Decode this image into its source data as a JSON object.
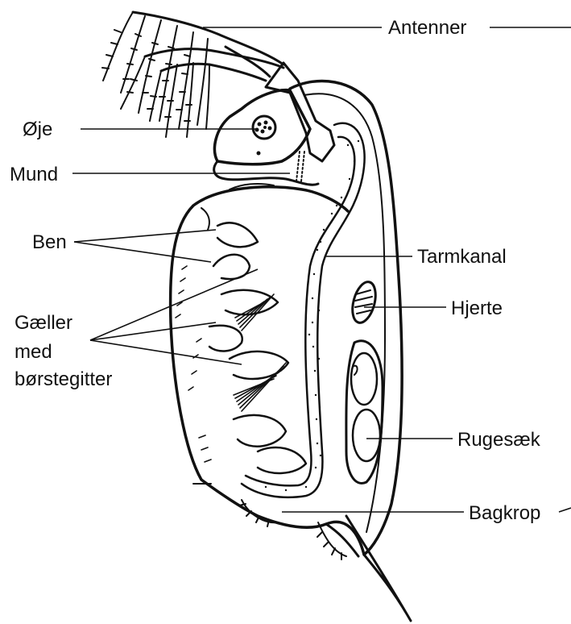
{
  "diagram": {
    "subject": "daphnia",
    "colors": {
      "ink": "#111111",
      "background": "#ffffff"
    },
    "labels": {
      "antenner": "Antenner",
      "oeje": "Øje",
      "mund": "Mund",
      "ben": "Ben",
      "gaeller_line1": "Gæller",
      "gaeller_line2": "med",
      "gaeller_line3": "børstegitter",
      "tarmkanal": "Tarmkanal",
      "hjerte": "Hjerte",
      "rugesaek": "Rugesæk",
      "bagkrop": "Bagkrop"
    }
  }
}
